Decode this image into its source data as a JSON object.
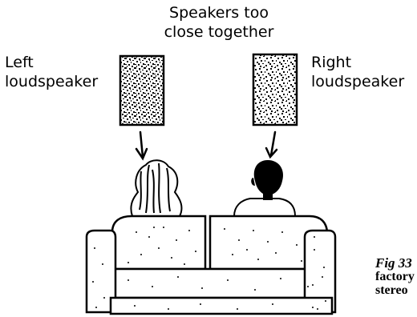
{
  "title_line1": "Speakers too",
  "title_line2": "close together",
  "left_label_line1": "Left",
  "left_label_line2": "loudspeaker",
  "right_label_line1": "Right",
  "right_label_line2": "loudspeaker",
  "caption_fig": "Fig 33",
  "caption_line2": "factory",
  "caption_line3": "stereo"
}
